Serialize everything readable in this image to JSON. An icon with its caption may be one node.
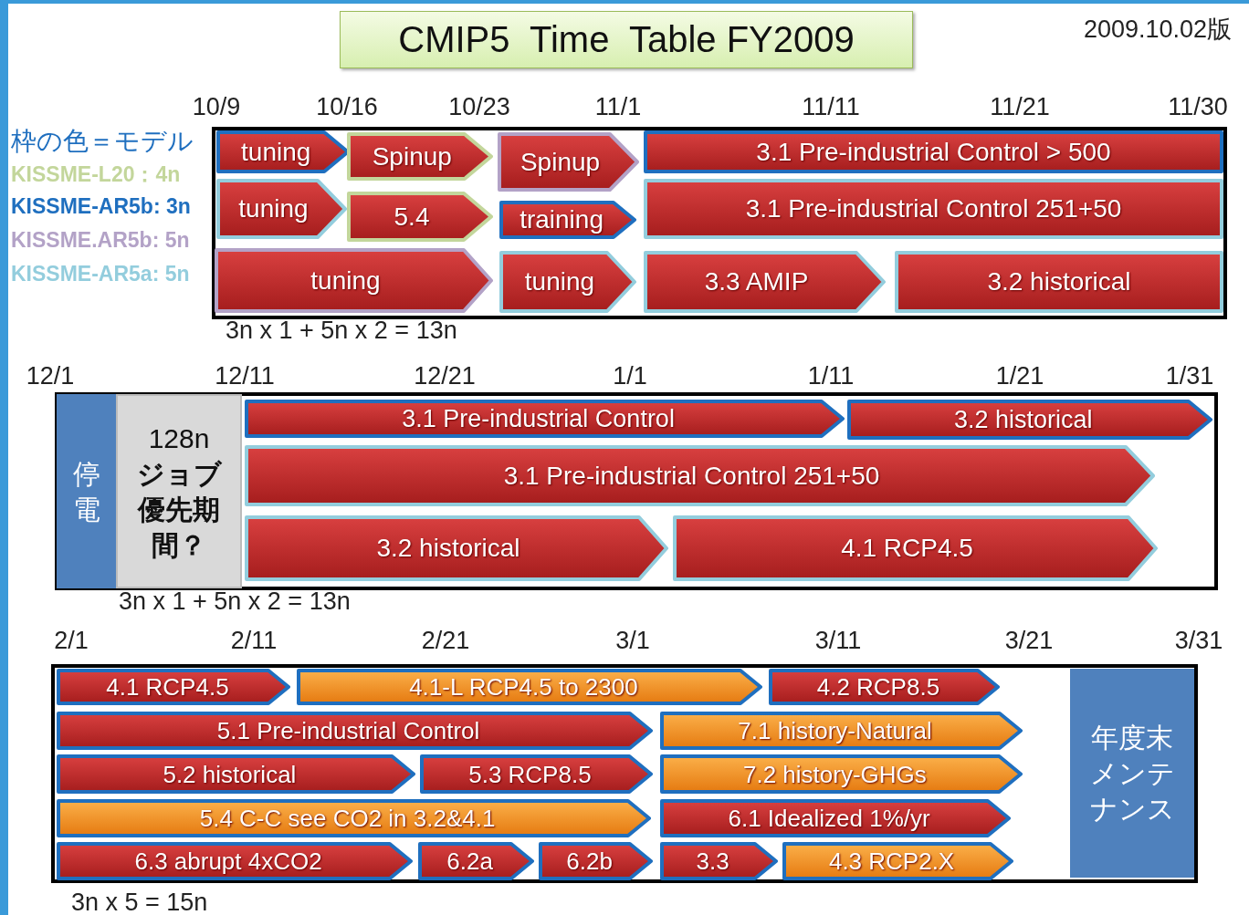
{
  "diagram": {
    "title": "CMIP5  Time  Table FY2009",
    "nodes": [
      {
        "text": [
          "tuning"
        ]
      },
      {
        "text": [
          "Spinup"
        ]
      },
      {
        "text": [
          "Spinup"
        ]
      },
      {
        "text": [
          "3.1 Pre-industrial Control > 500"
        ]
      },
      {
        "text": [
          "tuning"
        ]
      },
      {
        "text": [
          "5.4"
        ]
      },
      {
        "text": [
          "training"
        ]
      },
      {
        "text": [
          "3.1 Pre-industrial Control 251+50"
        ]
      },
      {
        "text": [
          "tuning"
        ]
      },
      {
        "text": [
          "tuning"
        ]
      },
      {
        "text": [
          "3.3 AMIP"
        ]
      },
      {
        "text": [
          "3.2 historical"
        ]
      },
      {
        "text": [
          "停電"
        ]
      },
      {
        "text": [
          "128n",
          "ジョブ優先期間？"
        ]
      },
      {
        "text": [
          "3.1 Pre-industrial Control"
        ]
      },
      {
        "text": [
          "3.2 historical"
        ]
      },
      {
        "text": [
          "3.1 Pre-industrial Control 251+50"
        ]
      },
      {
        "text": [
          "3.2 historical"
        ]
      },
      {
        "text": [
          "4.1 RCP4.5"
        ]
      },
      {
        "text": [
          "4.1 RCP4.5"
        ]
      },
      {
        "text": [
          "4.1-L RCP4.5 to 2300"
        ]
      },
      {
        "text": [
          "4.2 RCP8.5"
        ]
      },
      {
        "text": [
          "5.1 Pre-industrial Control"
        ]
      },
      {
        "text": [
          "7.1 history-Natural"
        ]
      },
      {
        "text": [
          "5.2 historical"
        ]
      },
      {
        "text": [
          "5.3 RCP8.5"
        ]
      },
      {
        "text": [
          "7.2 history-GHGs"
        ]
      },
      {
        "text": [
          "5.4 C-C see CO2 in 3.2&4.1"
        ]
      },
      {
        "text": [
          "6.1 Idealized 1%/yr"
        ]
      },
      {
        "text": [
          "6.3 abrupt 4xCO2"
        ]
      },
      {
        "text": [
          "6.2a"
        ]
      },
      {
        "text": [
          "6.2b"
        ]
      },
      {
        "text": [
          "3.3"
        ]
      },
      {
        "text": [
          "4.3 RCP2.X"
        ]
      },
      {
        "text": [
          "年度末メンテナンス"
        ]
      }
    ],
    "labels": [
      "2009.10.02版",
      "枠の色＝モデル",
      "10/9",
      "10/16",
      "10/23",
      "11/1",
      "11/11",
      "11/21",
      "11/30",
      "3n x 1 + 5n x 2 = 13n",
      "12/1",
      "12/11",
      "12/21",
      "1/1",
      "1/11",
      "1/21",
      "1/31",
      "3n x 1 + 5n x 2 = 13n",
      "2/1",
      "2/11",
      "2/21",
      "3/1",
      "3/11",
      "3/21",
      "3/31",
      "3n x 5 = 15n"
    ],
    "legend": [
      {
        "text": "KISSME-L20：4n",
        "color": "#c3d69b"
      },
      {
        "text": "KISSME-AR5b: 3n",
        "color": "#1f6fbf"
      },
      {
        "text": "KISSME.AR5b: 5n",
        "color": "#b3a2c7"
      },
      {
        "text": "KISSME-AR5a: 5n",
        "color": "#93cddd"
      }
    ]
  }
}
